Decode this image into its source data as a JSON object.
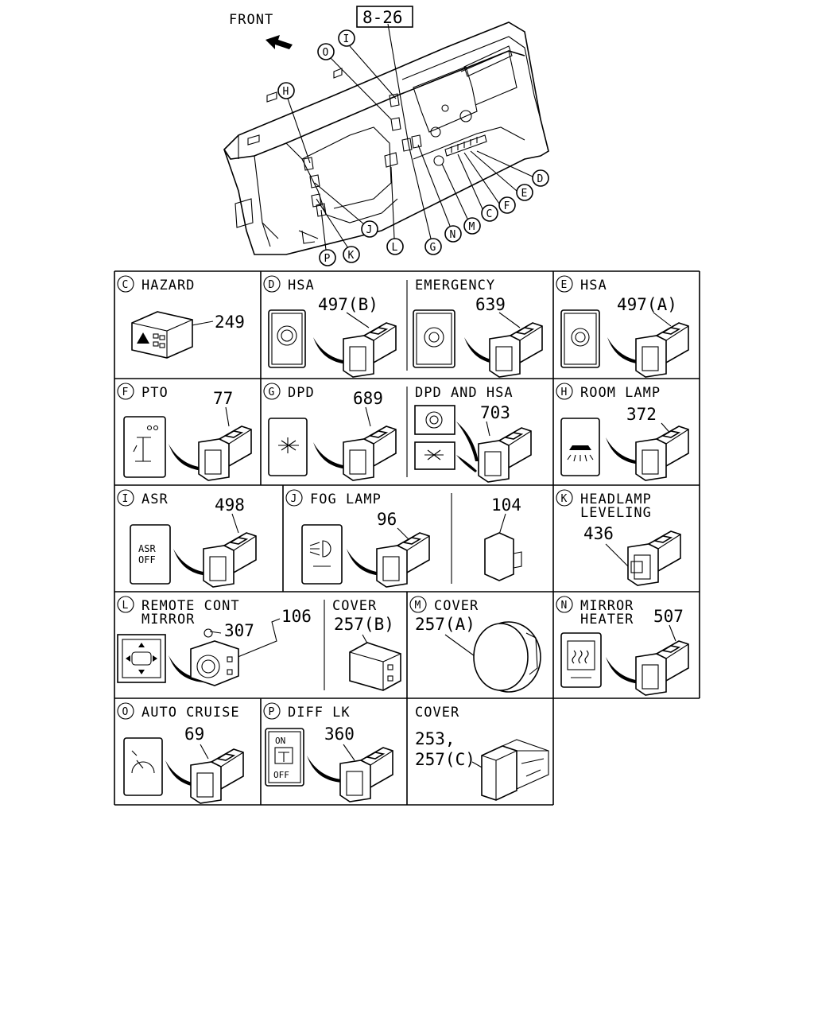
{
  "header": {
    "front_label": "FRONT",
    "ref_label": "8-26"
  },
  "overview_callouts": [
    "H",
    "O",
    "I",
    "D",
    "E",
    "F",
    "C",
    "M",
    "N",
    "G",
    "L",
    "J",
    "K",
    "P"
  ],
  "cells": {
    "C": {
      "letter": "C",
      "title": "HAZARD",
      "part": "249"
    },
    "D1": {
      "letter": "D",
      "title": "HSA",
      "part": "497(B)"
    },
    "D2": {
      "title": "EMERGENCY",
      "part": "639"
    },
    "E": {
      "letter": "E",
      "title": "HSA",
      "part": "497(A)"
    },
    "F": {
      "letter": "F",
      "title": "PTO",
      "part": "77"
    },
    "G1": {
      "letter": "G",
      "title": "DPD",
      "part": "689"
    },
    "G2": {
      "title": "DPD AND HSA",
      "part": "703"
    },
    "H": {
      "letter": "H",
      "title": "ROOM LAMP",
      "part": "372"
    },
    "I": {
      "letter": "I",
      "title": "ASR",
      "part": "498",
      "switch_text": [
        "ASR",
        "OFF"
      ]
    },
    "J1": {
      "letter": "J",
      "title": "FOG LAMP",
      "part": "96"
    },
    "J2": {
      "part": "104"
    },
    "K": {
      "letter": "K",
      "title": [
        "HEADLAMP",
        "LEVELING"
      ],
      "part": "436"
    },
    "L": {
      "letter": "L",
      "title": [
        "REMOTE CONT",
        "MIRROR"
      ],
      "part1": "307",
      "part2": "106"
    },
    "L2": {
      "title": "COVER",
      "part": "257(B)"
    },
    "M": {
      "letter": "M",
      "title": "COVER",
      "part": "257(A)"
    },
    "N": {
      "letter": "N",
      "title": [
        "MIRROR",
        "HEATER"
      ],
      "part": "507"
    },
    "O": {
      "letter": "O",
      "title": "AUTO CRUISE",
      "part": "69"
    },
    "P": {
      "letter": "P",
      "title": "DIFF LK",
      "part": "360",
      "switch_text": [
        "ON",
        "OFF"
      ]
    },
    "Q": {
      "title": "COVER",
      "part": [
        "253,",
        "257(C)"
      ]
    }
  }
}
